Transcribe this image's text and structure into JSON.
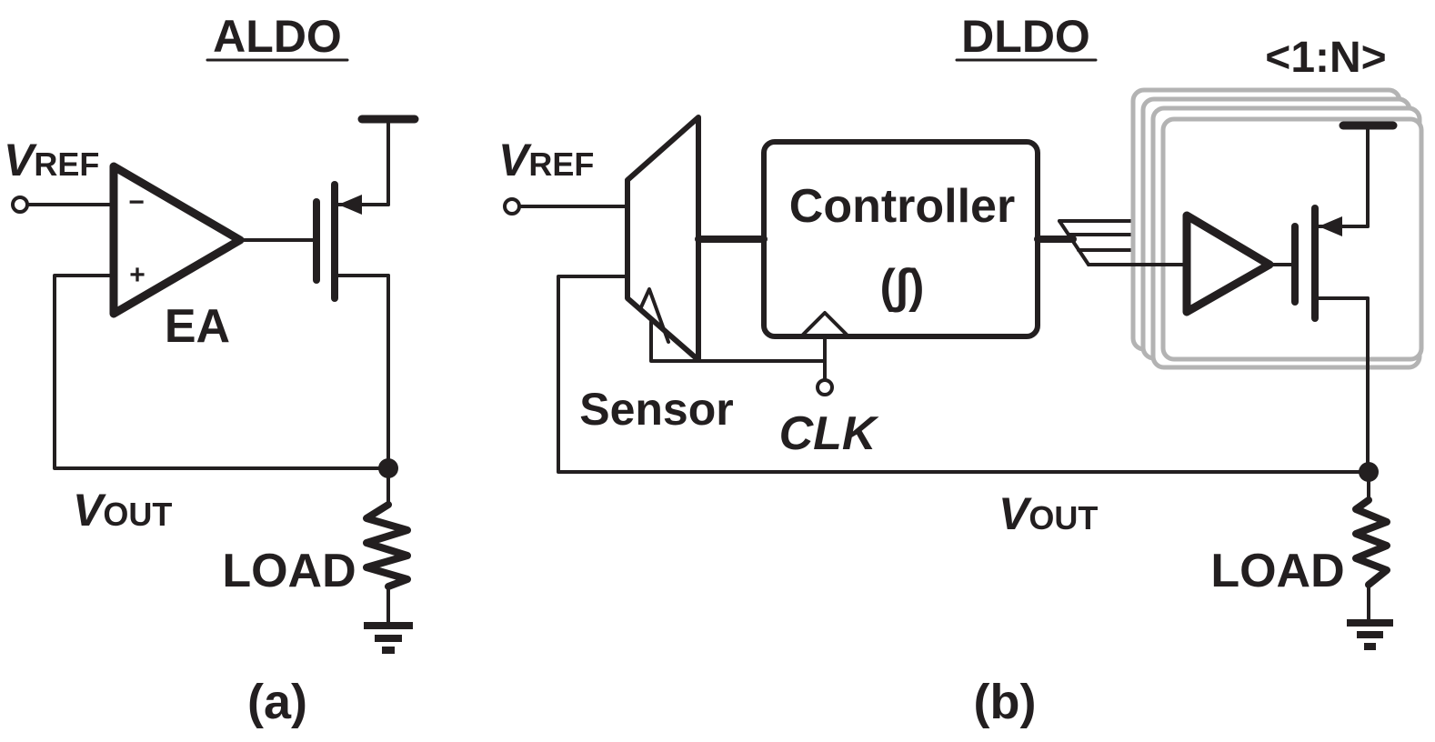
{
  "figure": {
    "colors": {
      "ink": "#231f20",
      "stack": "#b3b3b3",
      "background": "#ffffff"
    },
    "aldo": {
      "title": "ALDO",
      "caption": "(a)",
      "vref": {
        "main": "V",
        "sub": "REF"
      },
      "vout": {
        "main": "V",
        "sub": "OUT"
      },
      "amp_label": "EA",
      "minus_sign": "−",
      "plus_sign": "+",
      "load_label": "LOAD"
    },
    "dldo": {
      "title": "DLDO",
      "caption": "(b)",
      "vref": {
        "main": "V",
        "sub": "REF"
      },
      "vout": {
        "main": "V",
        "sub": "OUT"
      },
      "sensor_label": "Sensor",
      "controller_label": "Controller",
      "controller_sublabel": "(∫)",
      "clk_label": "CLK",
      "array_label": "<1:N>",
      "load_label": "LOAD"
    }
  }
}
